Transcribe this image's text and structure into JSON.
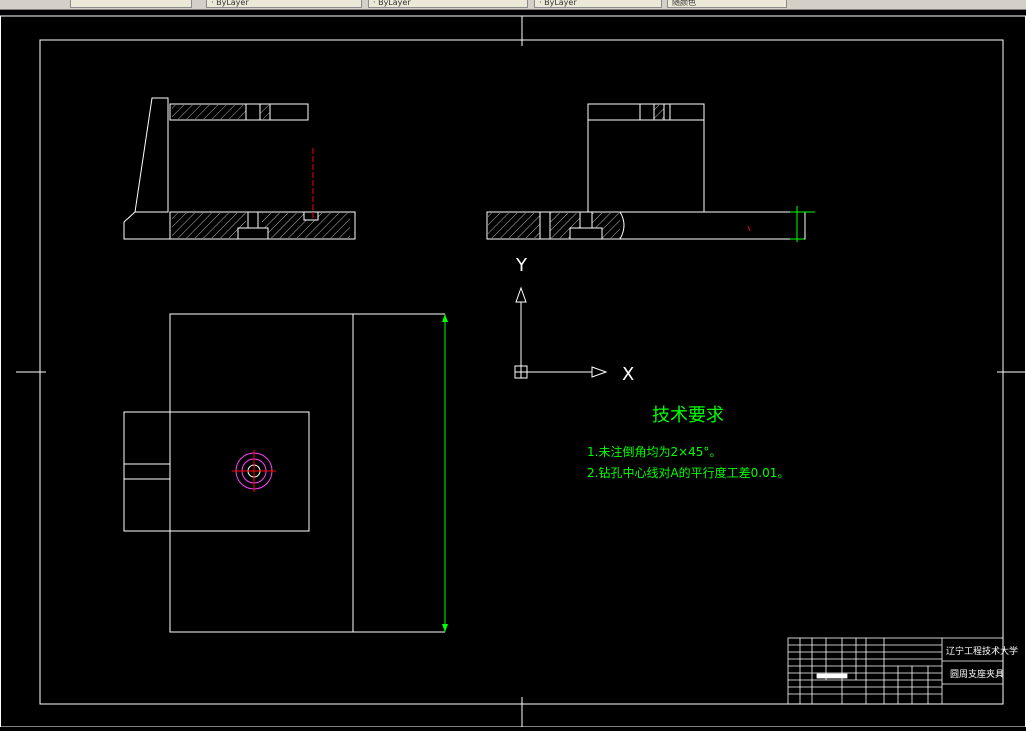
{
  "toolbar": {
    "tabs": [
      {
        "label": "· ByLayer"
      },
      {
        "label": "· ByLayer"
      },
      {
        "label": "· ByLayer"
      },
      {
        "label": "随颜色"
      }
    ]
  },
  "ucs": {
    "x_label": "X",
    "y_label": "Y"
  },
  "tech": {
    "title": "技术要求",
    "line1": "1.未注倒角均为2×45°。",
    "line2": "2.钻孔中心线对A的平行度工差0.01。"
  },
  "title_block": {
    "school": "辽宁工程技术大学",
    "drawing_name": "圆周支座夹具"
  },
  "colors": {
    "outline": "#ffffff",
    "annotation": "#00ff00",
    "centerline": "#ff0000",
    "circle": "#ff40ff",
    "background": "#000000"
  }
}
